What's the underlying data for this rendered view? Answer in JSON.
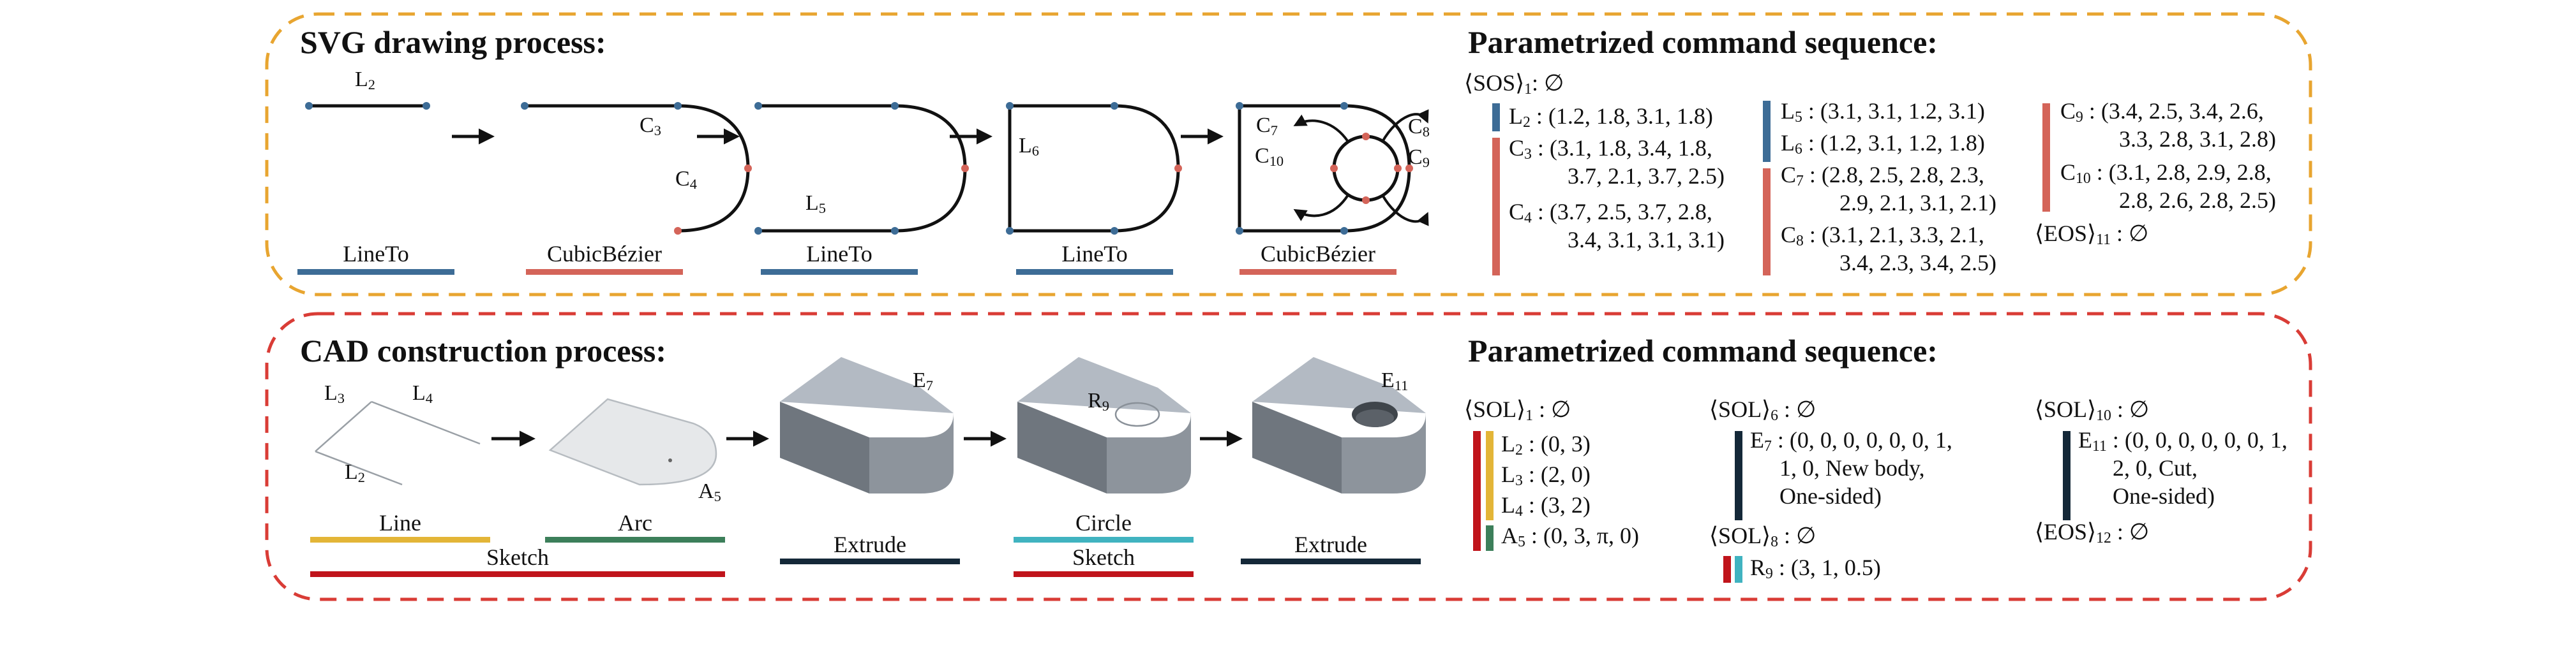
{
  "colors": {
    "svg_border": "#e8a530",
    "cad_border": "#d93c36",
    "line_blue": "#3d6c96",
    "curve_red": "#d46459",
    "sketch_red": "#c0141b",
    "line_yellow": "#e3b537",
    "arc_green": "#3c7f5a",
    "circle_teal": "#40b3c0",
    "extrude_navy": "#142838",
    "solid_top": "#b3bac3",
    "solid_side": "#8d949c",
    "solid_front": "#6f767e"
  },
  "svg": {
    "heading": "SVG drawing process:",
    "stage_captions": [
      "LineTo",
      "CubicBézier",
      "LineTo",
      "LineTo",
      "CubicBézier"
    ],
    "labels": {
      "L2": [
        "L",
        "2"
      ],
      "C3": [
        "C",
        "3"
      ],
      "C4": [
        "C",
        "4"
      ],
      "L5": [
        "L",
        "5"
      ],
      "L6": [
        "L",
        "6"
      ],
      "C7": [
        "C",
        "7"
      ],
      "C10": [
        "C",
        "10"
      ],
      "C8": [
        "C",
        "8"
      ],
      "C9": [
        "C",
        "9"
      ]
    },
    "seq_heading": "Parametrized command sequence:",
    "seq": {
      "sos": [
        "⟨SOS⟩",
        "1",
        ": ∅"
      ],
      "l2": [
        "L",
        "2",
        " : (1.2, 1.8, 3.1, 1.8)"
      ],
      "c3": [
        "C",
        "3",
        " : (3.1, 1.8, 3.4, 1.8,"
      ],
      "c3b": "3.7, 2.1, 3.7, 2.5)",
      "c4": [
        "C",
        "4",
        " : (3.7, 2.5, 3.7, 2.8,"
      ],
      "c4b": "3.4, 3.1, 3.1, 3.1)",
      "l5": [
        "L",
        "5",
        " : (3.1, 3.1, 1.2, 3.1)"
      ],
      "l6": [
        "L",
        "6",
        " : (1.2, 3.1, 1.2, 1.8)"
      ],
      "c7": [
        "C",
        "7",
        " : (2.8, 2.5, 2.8, 2.3,"
      ],
      "c7b": "2.9, 2.1, 3.1, 2.1)",
      "c8": [
        "C",
        "8",
        " : (3.1, 2.1, 3.3, 2.1,"
      ],
      "c8b": "3.4, 2.3, 3.4, 2.5)",
      "c9": [
        "C",
        "9",
        " : (3.4, 2.5, 3.4, 2.6,"
      ],
      "c9b": "3.3, 2.8, 3.1, 2.8)",
      "c10": [
        "C",
        "10",
        " : (3.1, 2.8, 2.9, 2.8,"
      ],
      "c10b": "2.8, 2.6, 2.8, 2.5)",
      "eos": [
        "⟨EOS⟩",
        "11",
        " : ∅"
      ]
    }
  },
  "cad": {
    "heading": "CAD construction process:",
    "captions": {
      "line": "Line",
      "arc": "Arc",
      "sketch1": "Sketch",
      "extrude1": "Extrude",
      "circle": "Circle",
      "sketch2": "Sketch",
      "extrude2": "Extrude"
    },
    "labels": {
      "L3": [
        "L",
        "3"
      ],
      "L4": [
        "L",
        "4"
      ],
      "L2": [
        "L",
        "2"
      ],
      "A5": [
        "A",
        "5"
      ],
      "E7": [
        "E",
        "7"
      ],
      "R9": [
        "R",
        "9"
      ],
      "E11": [
        "E",
        "11"
      ]
    },
    "seq_heading": "Parametrized command sequence:",
    "seq": {
      "sol1": [
        "⟨SOL⟩",
        "1",
        " : ∅"
      ],
      "l2": [
        "L",
        "2",
        " : (0, 3)"
      ],
      "l3": [
        "L",
        "3",
        " : (2, 0)"
      ],
      "l4": [
        "L",
        "4",
        " : (3, 2)"
      ],
      "a5": [
        "A",
        "5",
        " : (0, 3, π, 0)"
      ],
      "sol6": [
        "⟨SOL⟩",
        "6",
        " : ∅"
      ],
      "e7": [
        "E",
        "7",
        " : (0, 0, 0, 0, 0, 0, 1,"
      ],
      "e7b": "1, 0, New body,",
      "e7c": "One-sided)",
      "sol8": [
        "⟨SOL⟩",
        "8",
        " : ∅"
      ],
      "r9": [
        "R",
        "9",
        " : (3, 1, 0.5)"
      ],
      "sol10": [
        "⟨SOL⟩",
        "10",
        " : ∅"
      ],
      "e11": [
        "E",
        "11",
        " : (0, 0, 0, 0, 0, 0, 1,"
      ],
      "e11b": "2, 0, Cut,",
      "e11c": "One-sided)",
      "eos": [
        "⟨EOS⟩",
        "12",
        " : ∅"
      ]
    }
  }
}
